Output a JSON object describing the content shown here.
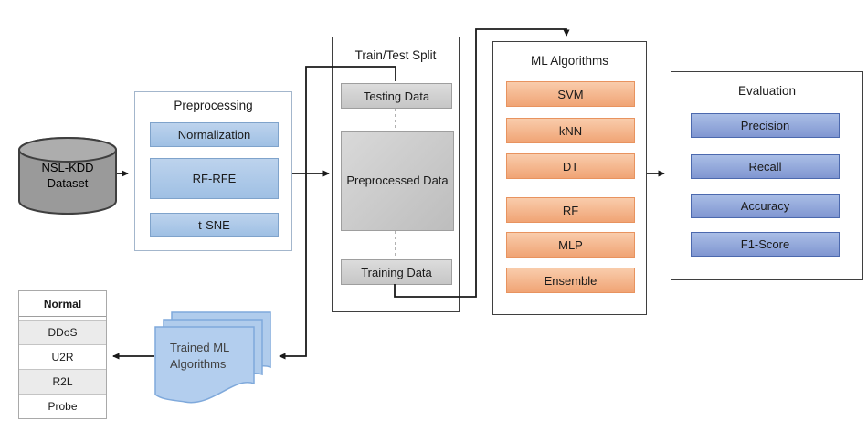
{
  "diagram": {
    "dataset": {
      "label": "NSL-KDD Dataset"
    },
    "preprocessing": {
      "title": "Preprocessing",
      "items": [
        "Normalization",
        "RF-RFE",
        "t-SNE"
      ]
    },
    "split": {
      "title": "Train/Test Split",
      "testing": "Testing Data",
      "preprocessed": "Preprocessed Data",
      "training": "Training Data"
    },
    "algorithms": {
      "title": "ML Algorithms",
      "items": [
        "SVM",
        "kNN",
        "DT",
        "RF",
        "MLP",
        "Ensemble"
      ]
    },
    "evaluation": {
      "title": "Evaluation",
      "items": [
        "Precision",
        "Recall",
        "Accuracy",
        "F1-Score"
      ]
    },
    "trained_models": {
      "label": "Trained ML Algorithms"
    },
    "attack_classes": {
      "header": "Normal",
      "rows": [
        "DDoS",
        "U2R",
        "R2L",
        "Probe"
      ]
    },
    "colors": {
      "preprocess_fill": "#A9C6E8",
      "preprocess_border": "#7FA3CB",
      "gray_fill": "#CFCFCF",
      "gray_border": "#9E9E9E",
      "orange_fill": "#F5B183",
      "orange_border": "#E8935F",
      "evaluation_fill": "#92A8DB",
      "evaluation_border": "#4C69AE",
      "document_fill": "#AFCBEC",
      "document_border": "#7FA9DB",
      "cylinder_fill": "#9B9B9B",
      "cylinder_border": "#3F3F3F",
      "connector": "#1A1A1A"
    }
  }
}
